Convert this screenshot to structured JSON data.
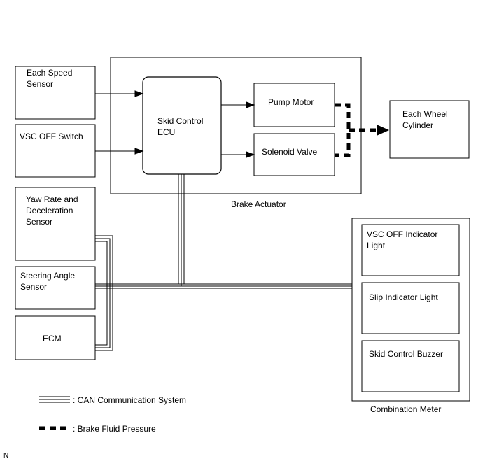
{
  "boxes": {
    "speed_sensor": [
      "Each Speed",
      "Sensor"
    ],
    "vsc_off_switch": [
      "VSC OFF Switch"
    ],
    "yaw_rate_sensor": [
      "Yaw Rate and",
      "Deceleration",
      "Sensor"
    ],
    "steering_angle_sensor": [
      "Steering Angle",
      "Sensor"
    ],
    "ecm": [
      "ECM"
    ],
    "skid_control_ecu": [
      "Skid Control",
      "ECU"
    ],
    "pump_motor": [
      "Pump Motor"
    ],
    "solenoid_valve": [
      "Solenoid Valve"
    ],
    "wheel_cylinder": [
      "Each Wheel",
      "Cylinder"
    ],
    "vsc_off_indicator": [
      "VSC OFF Indicator",
      "Light"
    ],
    "slip_indicator": [
      "Slip Indicator Light"
    ],
    "skid_control_buzzer": [
      "Skid Control Buzzer"
    ]
  },
  "groups": {
    "brake_actuator": "Brake Actuator",
    "combination_meter": "Combination Meter"
  },
  "legend": {
    "can_label": ": CAN Communication System",
    "fluid_label": ": Brake Fluid Pressure"
  },
  "corner_mark": "N"
}
